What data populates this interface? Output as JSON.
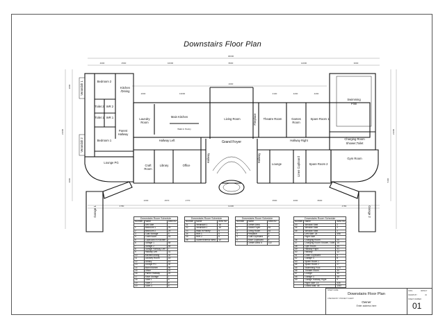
{
  "title": "Downstairs Floor Plan",
  "rooms": {
    "bedroom2": "Bedroom 2",
    "kitchen": "Kitchen",
    "dining": "/Dining",
    "toilet2": "Toilet 2",
    "wr2": "WR 2",
    "toilet1": "Toilet 1",
    "wr1": "WR 1",
    "bedroom1": "Bedroom 1",
    "parent": "Parent",
    "hallway": "Hallway",
    "laundry": "Laundry",
    "laundry2": "Room",
    "mainkitchen": "Main Kitchen",
    "walkinpantry": "Walk In Pantry",
    "hallwayleft": "Hallway Left",
    "craft": "Craft",
    "craft2": "Room",
    "library": "Library",
    "office": "Office",
    "hallwayv": "Hallway",
    "livingroom": "Living Room",
    "fireplace": "Fireplace",
    "grandfoyer": "Grand Foyer",
    "theatre": "Theatre Room",
    "games": "Games",
    "games2": "Room",
    "spare1": "Spare Room 1",
    "pool": "Swimming",
    "pool2": "Pool",
    "charging": "Charging Room",
    "shower": "Shower,Toilet",
    "hallwayright": "Hallway Right",
    "hallway2": "Hallway",
    "lounge": "Lounge",
    "linen": "Linen Cupboard",
    "spare2": "Spare Room 2",
    "gym": "Gym Room",
    "loungepg": "Lounge PG",
    "verandah1": "Verandah 1",
    "verandah2": "Verandah 2",
    "garage1": "Garage 1",
    "garage2": "Garage 2"
  },
  "dims": {
    "overall_top": "30000",
    "top_a": "4000",
    "top_b": "4500",
    "top_c": "10000",
    "top_d": "8000",
    "top_e": "14000",
    "top_f": "3000",
    "mid_a": "2000",
    "mid_b": "13000",
    "mid_c": "4000",
    "mid_d": "4100",
    "mid_e": "4200",
    "mid_f": "4200",
    "bot_a": "4780",
    "bot_b": "2200",
    "bot_c": "2570",
    "bot_d": "2770",
    "bot_e": "11400",
    "bot_f": "3500",
    "bot_g": "4000",
    "bot_h": "8000",
    "bot_i": "4780",
    "left_a": "3000",
    "left_b": "21000",
    "left_c": "4000",
    "right_a": "21000",
    "right_b": "5400"
  },
  "schedules": [
    {
      "caption": "Downstairs Room Schedule",
      "headers": [
        "Number",
        "Name",
        "Area m2"
      ],
      "rows": [
        [
          "",
          "Left Side",
          ""
        ],
        [
          "1",
          "Bedroom 1",
          "29"
        ],
        [
          "2",
          "Bedroom 2",
          "29"
        ],
        [
          "3",
          "Coat Storage",
          "5"
        ],
        [
          "4",
          "Craft Room",
          "16"
        ],
        [
          "5",
          "Cupboard IN Kitchen",
          "7"
        ],
        [
          "6",
          "Garage 1",
          "48"
        ],
        [
          "7",
          "Garage 2",
          "48"
        ],
        [
          "8",
          "Garage Hallway Left",
          "7"
        ],
        [
          "9",
          "Hallway Left",
          "31"
        ],
        [
          "10",
          "Kitchen/Dining",
          "32"
        ],
        [
          "11",
          "Laundry Room",
          "18"
        ],
        [
          "12",
          "Library",
          "15"
        ],
        [
          "13",
          "Lounge PG",
          "30"
        ],
        [
          "14",
          "Main Kitchen",
          "56"
        ],
        [
          "15",
          "Office",
          "20"
        ],
        [
          "16",
          "Parent Hallway",
          "20"
        ],
        [
          "17",
          "Shoe Storage",
          "7"
        ],
        [
          "18",
          "Toilet 1",
          "5"
        ],
        [
          "19",
          "Toilet 2",
          "5"
        ],
        [
          "20",
          "Toilet 3",
          "5"
        ]
      ]
    },
    {
      "caption": "Downstairs Room Schedule",
      "headers": [
        "Number",
        "Name",
        "Area m2"
      ],
      "rows": [
        [
          "21",
          "Verandah 1",
          "16"
        ],
        [
          "22",
          "Verandah 2",
          "16"
        ],
        [
          "23",
          "Walk In Pantry",
          "5"
        ],
        [
          "24",
          "WIR 1",
          "6"
        ],
        [
          "25",
          "WIR 2",
          "6"
        ],
        [
          "26",
          "Gutter/Exterior area",
          "10"
        ]
      ]
    },
    {
      "caption": "Downstairs Room Schedule",
      "headers": [
        "Number",
        "Name",
        "Area m2"
      ],
      "rows": [
        [
          "",
          "Center Area",
          ""
        ],
        [
          "1",
          "Grand Foyer",
          "54"
        ],
        [
          "2",
          "Living Room",
          "64"
        ],
        [
          "3",
          "Fireplace",
          "6"
        ],
        [
          "4",
          "Coat Cupboard",
          "4"
        ],
        [
          "5",
          "Shoe Cupboard",
          "4"
        ],
        [
          "",
          "Center Area: 5",
          "132"
        ]
      ]
    },
    {
      "caption": "Downstairs Room Schedule",
      "headers": [
        "Number",
        "Name",
        "Area m2"
      ],
      "rows": [
        [
          "33",
          "Window Seat",
          "2"
        ],
        [
          "34",
          "Window Seat",
          "2"
        ],
        [
          "35",
          "Window Seat",
          "2"
        ],
        [
          "",
          "Left Side: 28",
          "498"
        ],
        [
          "",
          "Right Side",
          ""
        ],
        [
          "36",
          "Charging Room",
          "20"
        ],
        [
          "37",
          "Charging Room Shower, Toilet",
          "15"
        ],
        [
          "38",
          "Gym Room",
          "45"
        ],
        [
          "39",
          "Hallway Right",
          "31"
        ],
        [
          "40",
          "Hallway",
          "12"
        ],
        [
          "41",
          "Linen Cupboard",
          "9"
        ],
        [
          "42",
          "Garage 4",
          "8"
        ],
        [
          "43",
          "Spare Room 1",
          "27"
        ],
        [
          "44",
          "Spare Room 2",
          "27"
        ],
        [
          "45",
          "Swimming Pool",
          "174"
        ],
        [
          "46",
          "Theatre Room",
          "30"
        ],
        [
          "47",
          "Lounge",
          "30"
        ],
        [
          "48",
          "Garage 3",
          "48"
        ],
        [
          "49",
          "Garage Hallway Right",
          "9"
        ],
        [
          "",
          "Right Side: 15",
          "435"
        ],
        [
          "",
          "Grand total: 48",
          "1067"
        ]
      ]
    }
  ],
  "titleblock": {
    "drawing_name": "Downstairs Floor Plan",
    "owner": "Owner",
    "address": "Enter address here",
    "sheet_number": "01",
    "small_a": "SHEET NAME",
    "small_b": "CHECKED BY / PROJECT CLIENT",
    "small_c": "DATE",
    "small_d": "08/09/17",
    "small_e": "DRAWN BY",
    "small_f": "VA",
    "small_g": "SHEET NUMBER"
  }
}
